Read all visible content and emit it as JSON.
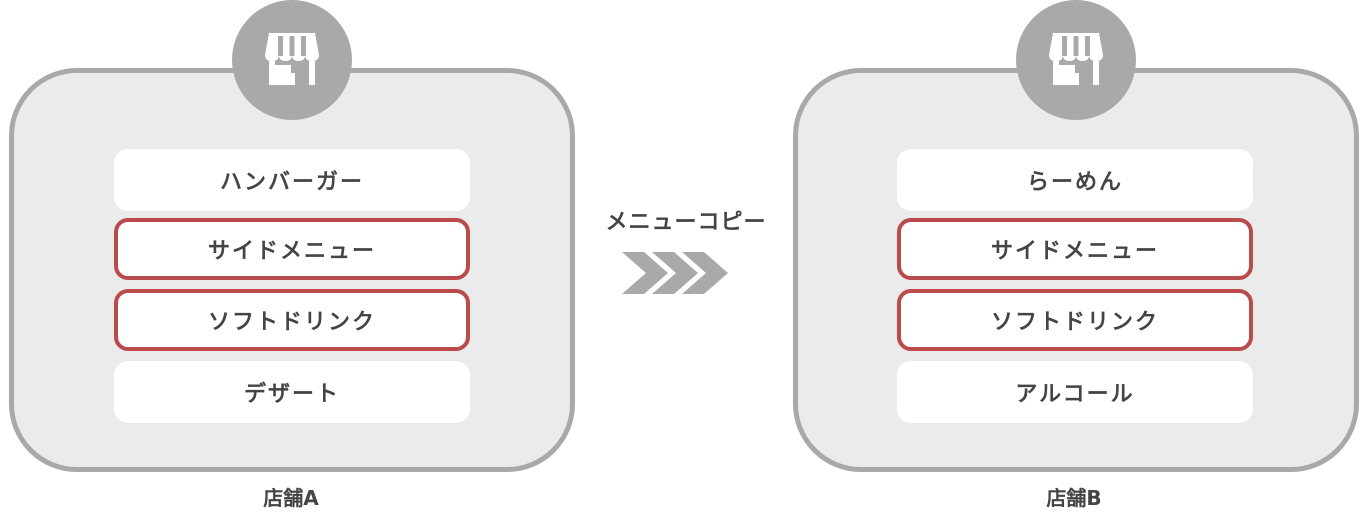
{
  "copy_action": {
    "label": "メニューコピー"
  },
  "stores": [
    {
      "name": "店舗A",
      "icon": "store-icon",
      "menu": [
        {
          "label": "ハンバーガー",
          "highlighted": false
        },
        {
          "label": "サイドメニュー",
          "highlighted": true
        },
        {
          "label": "ソフトドリンク",
          "highlighted": true
        },
        {
          "label": "デザート",
          "highlighted": false
        }
      ]
    },
    {
      "name": "店舗B",
      "icon": "store-icon",
      "menu": [
        {
          "label": "らーめん",
          "highlighted": false
        },
        {
          "label": "サイドメニュー",
          "highlighted": true
        },
        {
          "label": "ソフトドリンク",
          "highlighted": true
        },
        {
          "label": "アルコール",
          "highlighted": false
        }
      ]
    }
  ],
  "colors": {
    "card_background": "#ebebeb",
    "card_border": "#a9a9a9",
    "highlight_border": "#b94a4d",
    "text": "#444444"
  }
}
